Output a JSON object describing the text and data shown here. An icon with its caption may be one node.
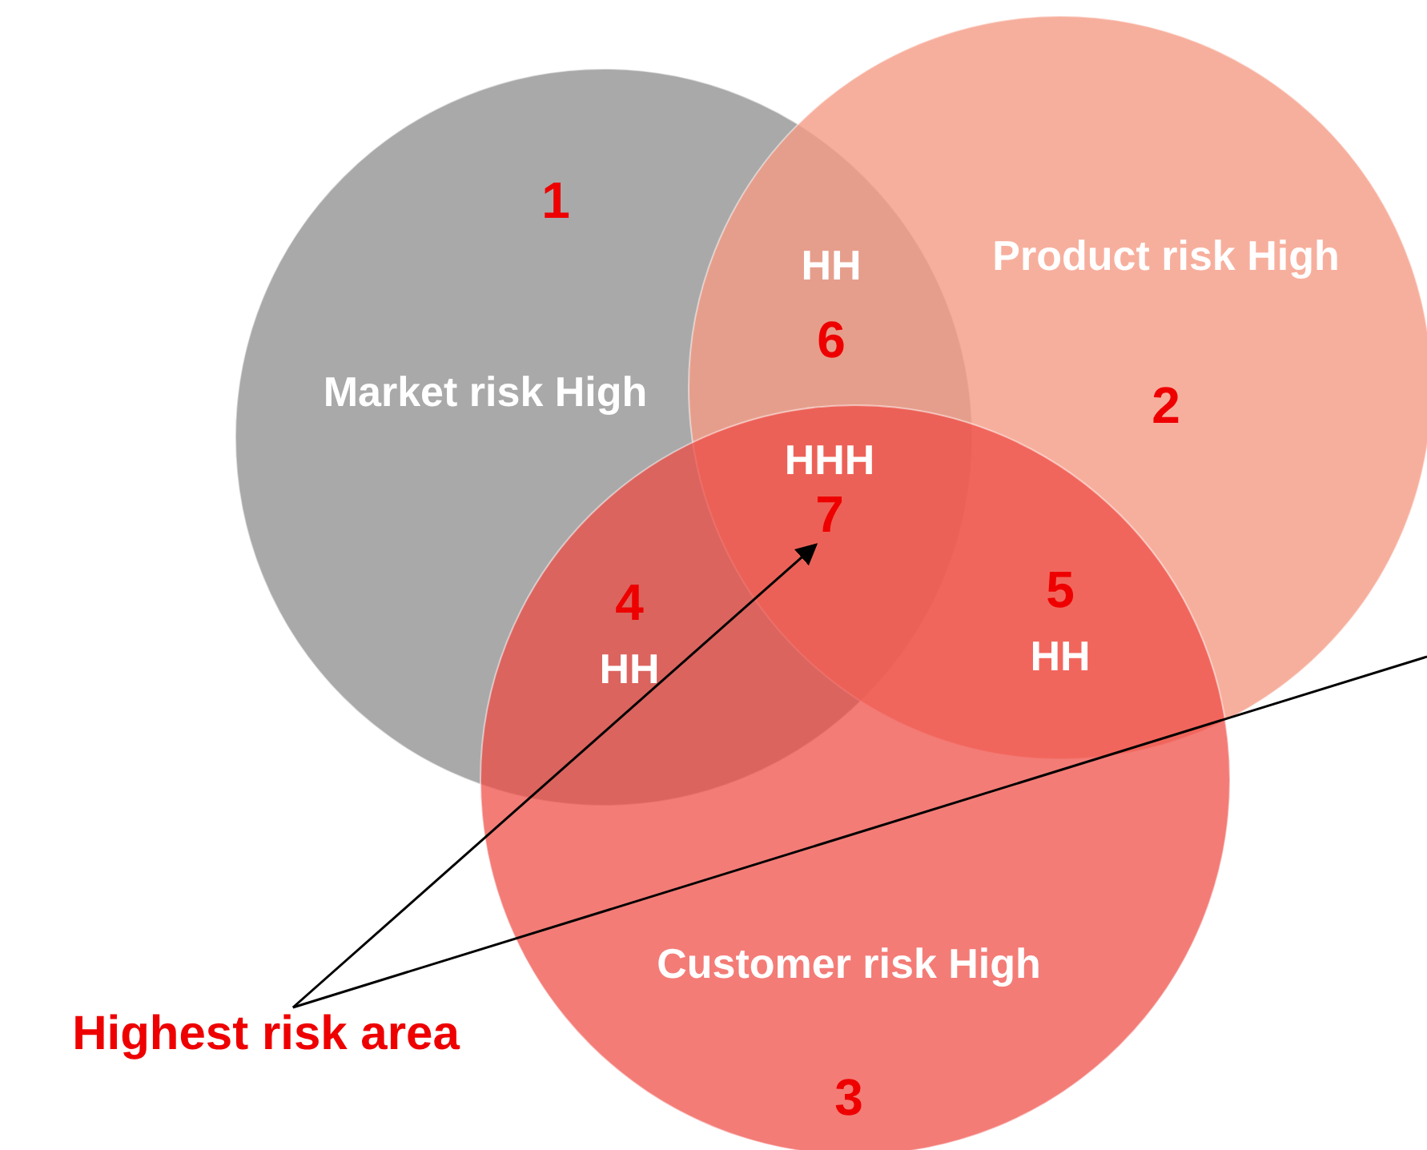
{
  "diagram": {
    "nodes": [
      {
        "text": [
          "1",
          "Market risk High"
        ]
      },
      {
        "text": [
          "Product risk High",
          "2"
        ]
      },
      {
        "text": [
          "Customer risk High",
          "3"
        ]
      },
      {
        "text": [
          "HHH",
          "7"
        ]
      },
      {
        "text": [
          "Highest risk area"
        ]
      }
    ],
    "edges": [
      {
        "from": 4,
        "to": 3,
        "arrow": "to"
      },
      {
        "from": 4,
        "to": null,
        "arrow": "none"
      }
    ],
    "labels": [
      "HH",
      "6",
      "4",
      "HH",
      "5",
      "HH"
    ]
  }
}
